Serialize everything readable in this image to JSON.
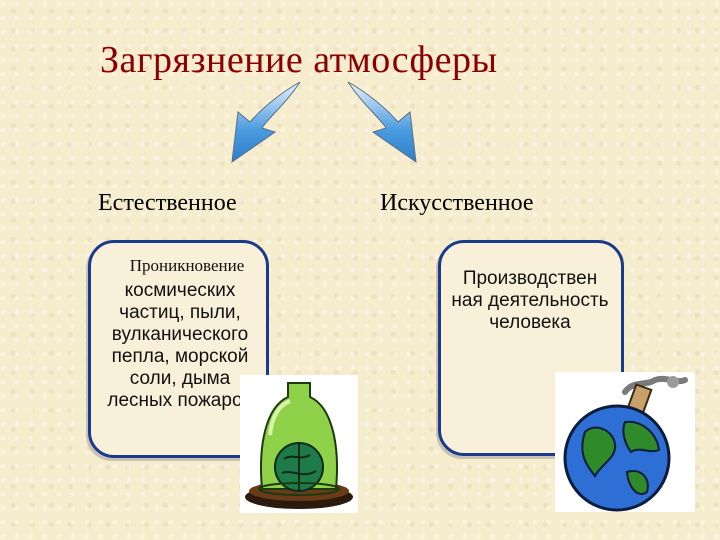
{
  "title": "Загрязнение атмосферы",
  "categories": {
    "natural": "Естественное",
    "artificial": "Искусственное"
  },
  "natural_box": {
    "heading": "Проникновение",
    "text": "космических частиц, пыли, вулканического пепла, морской соли, дыма лесных пожаров"
  },
  "artificial_box": {
    "text": "Производствен ная деятельность человека"
  },
  "colors": {
    "title": "#8b0000",
    "arrow": "#3b8fd9",
    "box_border": "#1a3b8c"
  },
  "icons": {
    "left_picture": "globe-under-glass-dome-icon",
    "right_picture": "globe-with-smokestack-icon"
  }
}
